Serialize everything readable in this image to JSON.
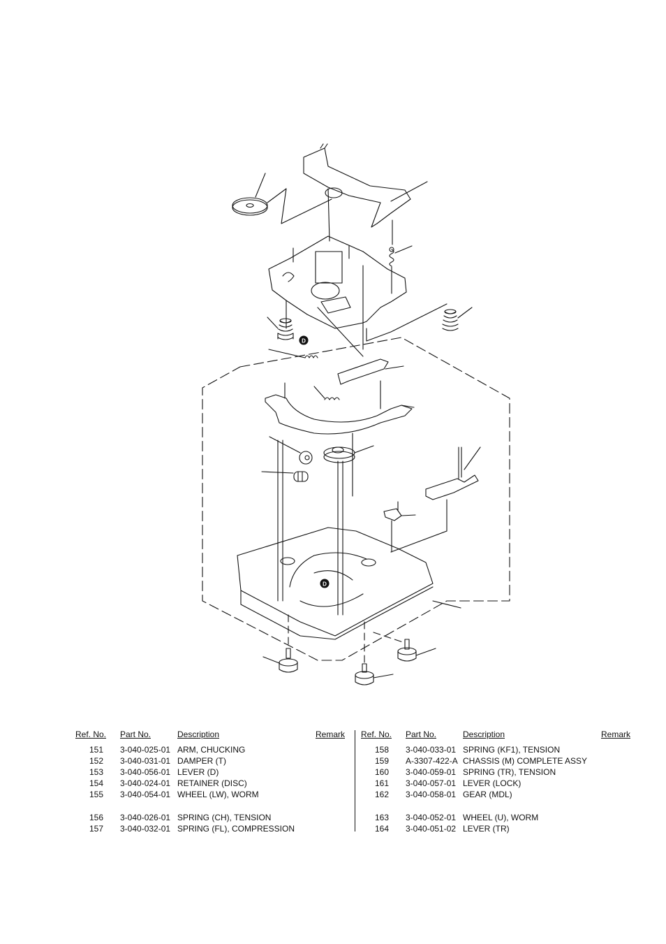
{
  "diagram": {
    "marker_label": "D"
  },
  "table": {
    "headers": {
      "ref": "Ref. No.",
      "part": "Part No.",
      "desc": "Description",
      "remark": "Remark"
    },
    "left": {
      "group1": [
        {
          "ref": "151",
          "part": "3-040-025-01",
          "desc": "ARM, CHUCKING"
        },
        {
          "ref": "152",
          "part": "3-040-031-01",
          "desc": "DAMPER (T)"
        },
        {
          "ref": "153",
          "part": "3-040-056-01",
          "desc": "LEVER (D)"
        },
        {
          "ref": "154",
          "part": "3-040-024-01",
          "desc": "RETAINER (DISC)"
        },
        {
          "ref": "155",
          "part": "3-040-054-01",
          "desc": "WHEEL (LW), WORM"
        }
      ],
      "group2": [
        {
          "ref": "156",
          "part": "3-040-026-01",
          "desc": "SPRING (CH), TENSION"
        },
        {
          "ref": "157",
          "part": "3-040-032-01",
          "desc": "SPRING (FL), COMPRESSION"
        }
      ]
    },
    "right": {
      "group1": [
        {
          "ref": "158",
          "part": "3-040-033-01",
          "desc": "SPRING (KF1), TENSION"
        },
        {
          "ref": "159",
          "part": "A-3307-422-A",
          "desc": "CHASSIS (M) COMPLETE ASSY"
        },
        {
          "ref": "160",
          "part": "3-040-059-01",
          "desc": "SPRING (TR), TENSION"
        },
        {
          "ref": "161",
          "part": "3-040-057-01",
          "desc": "LEVER (LOCK)"
        },
        {
          "ref": "162",
          "part": "3-040-058-01",
          "desc": "GEAR (MDL)"
        }
      ],
      "group2": [
        {
          "ref": "163",
          "part": "3-040-052-01",
          "desc": "WHEEL (U), WORM"
        },
        {
          "ref": "164",
          "part": "3-040-051-02",
          "desc": "LEVER (TR)"
        }
      ]
    }
  }
}
